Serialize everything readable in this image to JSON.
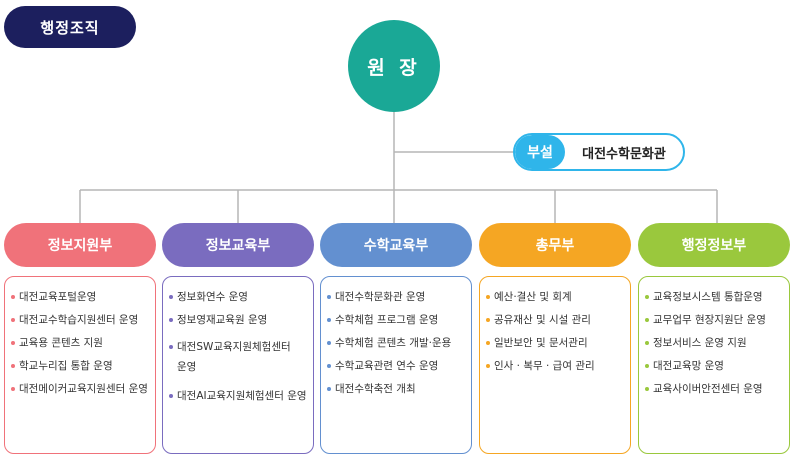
{
  "title": "행정조직",
  "director": "원 장",
  "annex": {
    "tag": "부설",
    "name": "대전수학문화관"
  },
  "departments": [
    {
      "name": "정보지원부",
      "color": "#f0727a",
      "items": [
        "대전교육포털운영",
        "대전교수학습지원센터 운영",
        "교육용 콘텐츠 지원",
        "학교누리집 통합 운영",
        "대전메이커교육지원센터 운영"
      ]
    },
    {
      "name": "정보교육부",
      "color": "#7a6cbf",
      "items": [
        "정보화연수 운영",
        "정보영재교육원 운영",
        "대전SW교육지원체험센터 운영",
        "대전AI교육지원체험센터 운영"
      ]
    },
    {
      "name": "수학교육부",
      "color": "#6390d0",
      "items": [
        "대전수학문화관 운영",
        "수학체험 프로그램 운영",
        "수학체험 콘텐츠 개발·운용",
        "수학교육관련 연수 운영",
        "대전수학축전 개최"
      ]
    },
    {
      "name": "총무부",
      "color": "#f5a623",
      "items": [
        "예산·결산 및 회계",
        "공유재산 및 시설 관리",
        "일반보안 및 문서관리",
        "인사 · 복무 · 급여 관리"
      ]
    },
    {
      "name": "행정정보부",
      "color": "#9ac83d",
      "items": [
        "교육정보시스템 통합운영",
        "교무업무 현장지원단 운영",
        "정보서비스 운영 지원",
        "대전교육망 운영",
        "교육사이버안전센터 운영"
      ]
    }
  ]
}
